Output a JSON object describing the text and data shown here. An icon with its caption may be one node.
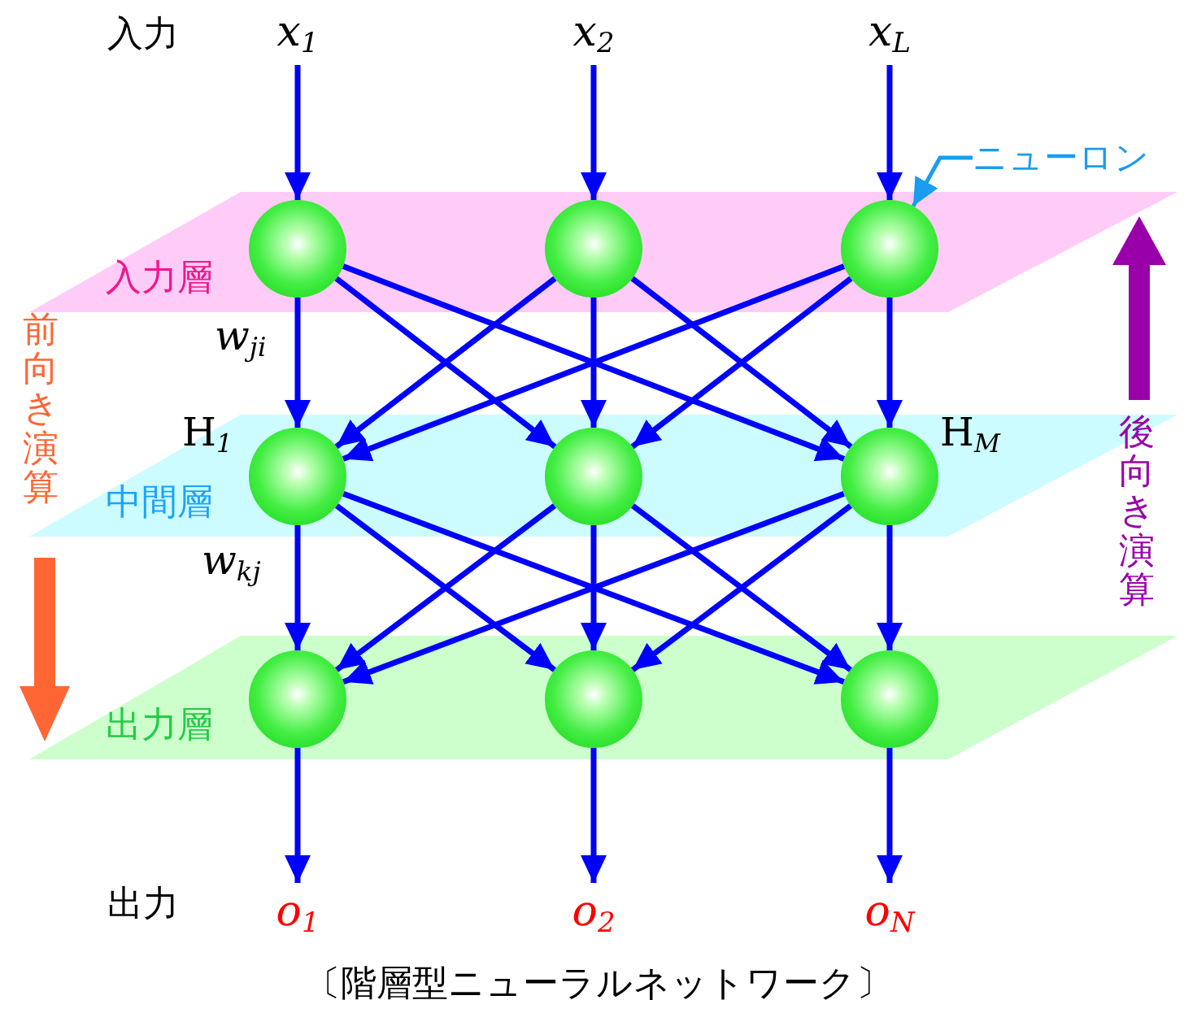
{
  "diagram": {
    "caption": "〔階層型ニューラルネットワーク〕",
    "nodes": [
      {
        "text": [
          "入力層"
        ]
      },
      {
        "text": [],
        "shape": "circle",
        "in": 0
      },
      {
        "text": [],
        "shape": "circle",
        "in": 0
      },
      {
        "text": [],
        "shape": "circle",
        "in": 0
      },
      {
        "text": [
          "中間層"
        ]
      },
      {
        "text": [],
        "shape": "circle",
        "in": 4,
        "beside": [
          "H$_{1}$"
        ]
      },
      {
        "text": [],
        "shape": "circle",
        "in": 4
      },
      {
        "text": [],
        "shape": "circle",
        "in": 4,
        "beside": [
          "H$_{M}$"
        ]
      },
      {
        "text": [
          "出力層"
        ]
      },
      {
        "text": [],
        "shape": "circle",
        "in": 8
      },
      {
        "text": [],
        "shape": "circle",
        "in": 8
      },
      {
        "text": [],
        "shape": "circle",
        "in": 8
      },
      {
        "text": [
          "x$_{1}$"
        ]
      },
      {
        "text": [
          "x$_{2}$"
        ]
      },
      {
        "text": [
          "x$_{L}$"
        ]
      },
      {
        "text": [
          "o$_{1}$"
        ]
      },
      {
        "text": [
          "o$_{2}$"
        ]
      },
      {
        "text": [
          "o$_{N}$"
        ]
      },
      {
        "text": [
          "ニューロン"
        ]
      }
    ],
    "edges": [
      {
        "from": 12,
        "to": 1,
        "arrow": "to"
      },
      {
        "from": 13,
        "to": 2,
        "arrow": "to"
      },
      {
        "from": 14,
        "to": 3,
        "arrow": "to"
      },
      {
        "from": 18,
        "to": 3,
        "arrow": "to",
        "color": "#1a9cf0"
      },
      {
        "from": 1,
        "to": 5,
        "arrow": "to"
      },
      {
        "from": 1,
        "to": 6,
        "arrow": "to"
      },
      {
        "from": 1,
        "to": 7,
        "arrow": "to"
      },
      {
        "from": 2,
        "to": 5,
        "arrow": "to"
      },
      {
        "from": 2,
        "to": 6,
        "arrow": "to"
      },
      {
        "from": 2,
        "to": 7,
        "arrow": "to"
      },
      {
        "from": 3,
        "to": 5,
        "arrow": "to"
      },
      {
        "from": 3,
        "to": 6,
        "arrow": "to"
      },
      {
        "from": 3,
        "to": 7,
        "arrow": "to"
      },
      {
        "from": 5,
        "to": 9,
        "arrow": "to"
      },
      {
        "from": 5,
        "to": 10,
        "arrow": "to"
      },
      {
        "from": 5,
        "to": 11,
        "arrow": "to"
      },
      {
        "from": 6,
        "to": 9,
        "arrow": "to"
      },
      {
        "from": 6,
        "to": 10,
        "arrow": "to"
      },
      {
        "from": 6,
        "to": 11,
        "arrow": "to"
      },
      {
        "from": 7,
        "to": 9,
        "arrow": "to"
      },
      {
        "from": 7,
        "to": 10,
        "arrow": "to"
      },
      {
        "from": 7,
        "to": 11,
        "arrow": "to"
      },
      {
        "from": 9,
        "to": 15,
        "arrow": "to"
      },
      {
        "from": 10,
        "to": 16,
        "arrow": "to"
      },
      {
        "from": 11,
        "to": 17,
        "arrow": "to"
      }
    ],
    "labels": [
      "入力",
      "前向き演算",
      "w$_{ji}$",
      "後向き演算",
      "w$_{kj}$",
      "出力"
    ]
  }
}
